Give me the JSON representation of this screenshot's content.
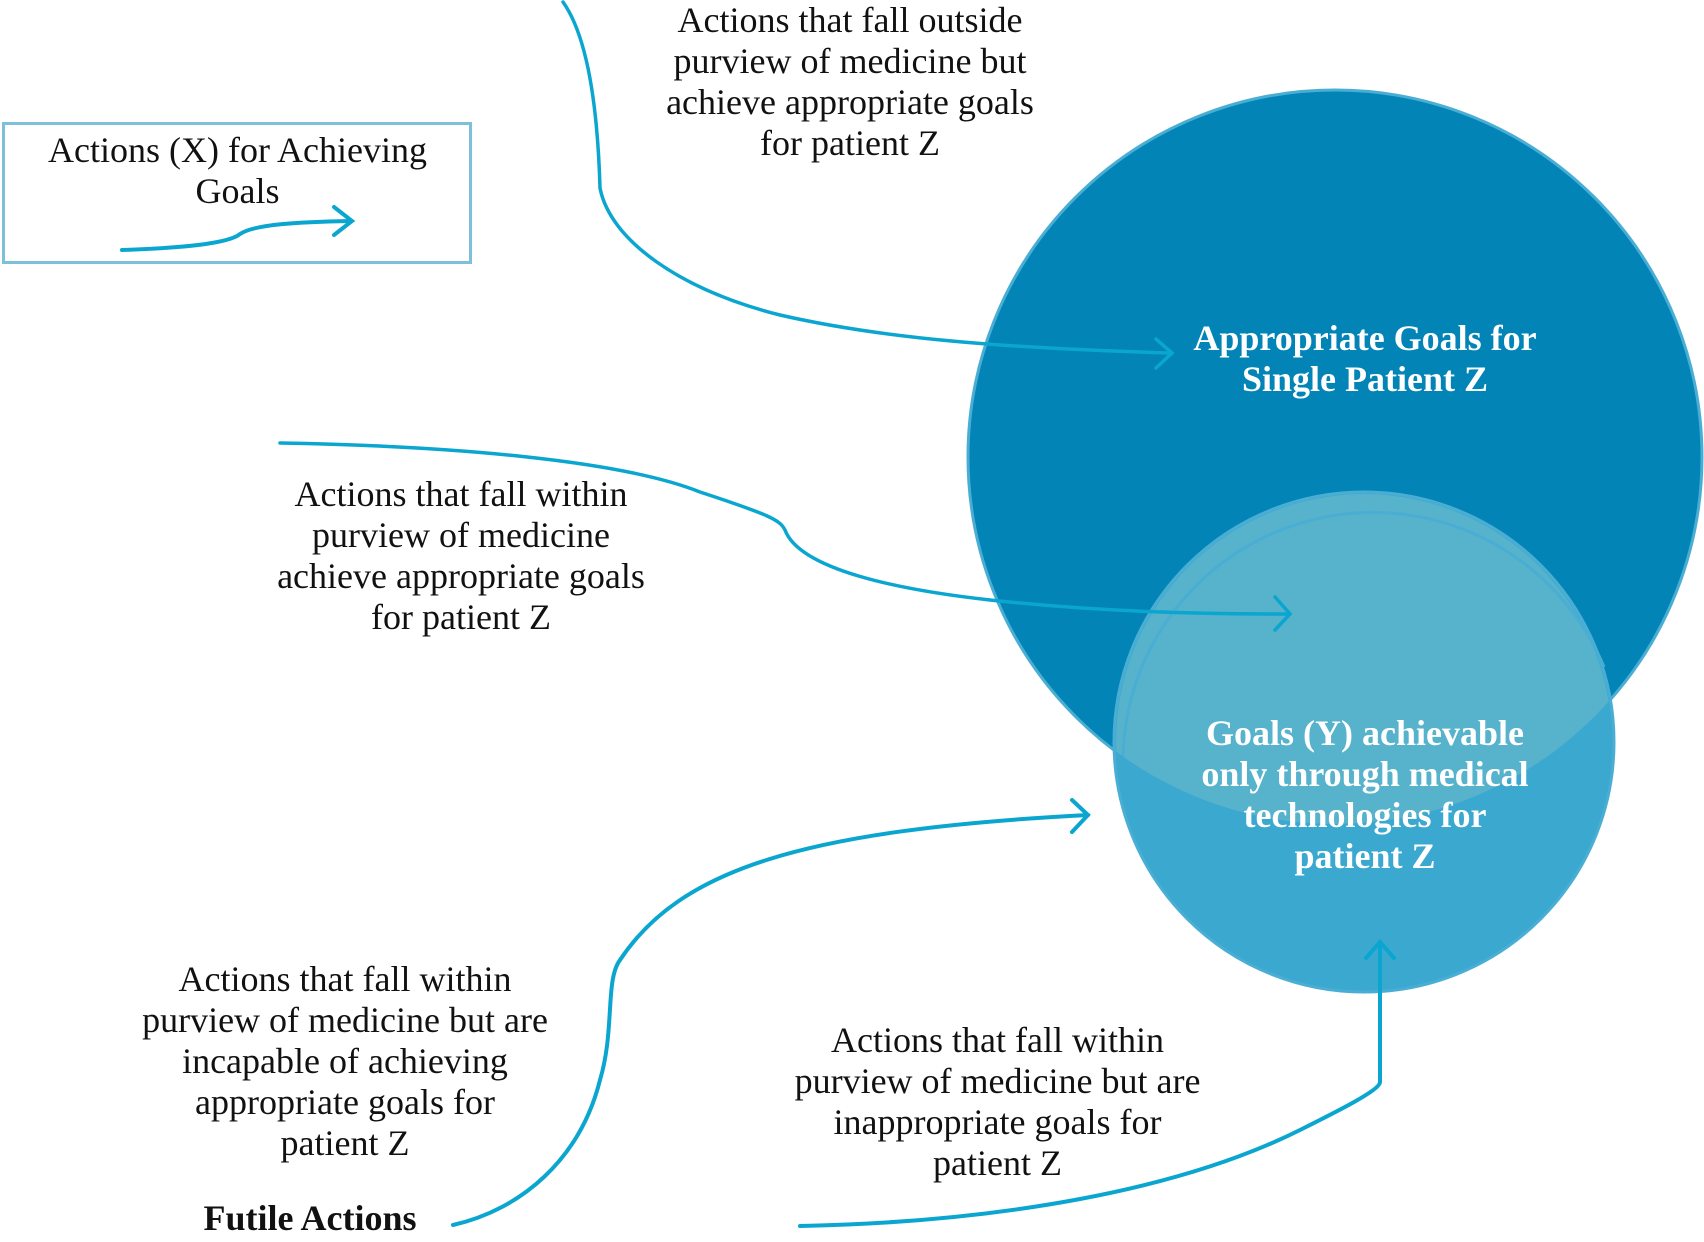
{
  "colors": {
    "big_circle": "#0284b6",
    "small_circle": "#3ba8d0",
    "overlap": "#57b2cc",
    "circle_outline": "#4aaed4",
    "arrow": "#0aa6d0",
    "legend_border": "#7cc0dc"
  },
  "legend": {
    "text": "Actions (X) for Achieving Goals",
    "line1": "Actions (X) for Achieving",
    "line2": "Goals",
    "icon": "arrow-icon"
  },
  "circles": {
    "big": {
      "line1": "Appropriate Goals for",
      "line2": "Single Patient Z"
    },
    "small": {
      "line1": "Goals (Y) achievable",
      "line2": "only through medical",
      "line3": "technologies for",
      "line4": "patient Z"
    }
  },
  "annotations": {
    "outside": {
      "line1": "Actions that fall outside",
      "line2": "purview of medicine but",
      "line3": "achieve appropriate goals",
      "line4": "for patient Z"
    },
    "within": {
      "line1": "Actions that fall within",
      "line2": "purview of medicine",
      "line3": "achieve appropriate goals",
      "line4": "for patient Z"
    },
    "incapable": {
      "line1": "Actions that fall within",
      "line2": "purview of medicine but are",
      "line3": "incapable of achieving",
      "line4": "appropriate goals for",
      "line5": "patient Z",
      "title": "Futile Actions"
    },
    "inappropriate": {
      "line1": "Actions that fall within",
      "line2": "purview of medicine but are",
      "line3": "inappropriate goals for",
      "line4": "patient Z"
    }
  }
}
